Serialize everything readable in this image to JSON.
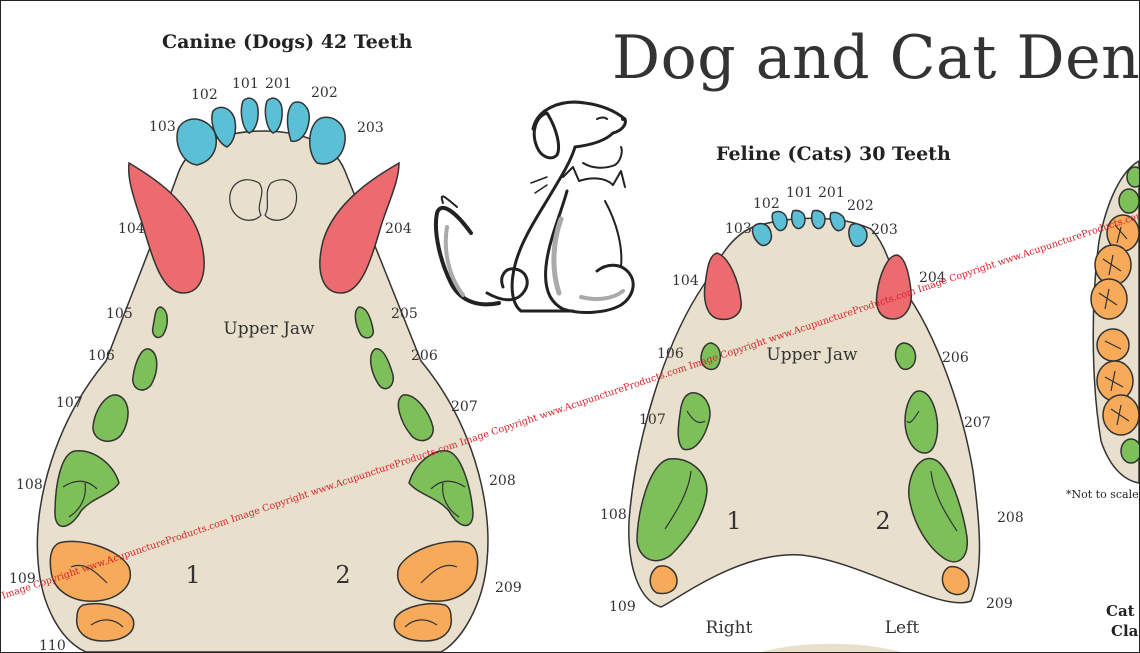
{
  "title": "Dog and Cat Dental C",
  "canine": {
    "heading": "Canine (Dogs) 42 Teeth",
    "jaw_label": "Upper Jaw",
    "quadrant_1": "1",
    "quadrant_2": "2",
    "teeth": [
      "101",
      "102",
      "103",
      "104",
      "105",
      "106",
      "107",
      "108",
      "109",
      "110",
      "201",
      "202",
      "203",
      "204",
      "205",
      "206",
      "207",
      "208",
      "209"
    ]
  },
  "feline": {
    "heading": "Feline (Cats) 30 Teeth",
    "jaw_label": "Upper Jaw",
    "quadrant_1": "1",
    "quadrant_2": "2",
    "right": "Right",
    "left": "Left",
    "teeth": [
      "101",
      "102",
      "103",
      "104",
      "106",
      "107",
      "108",
      "109",
      "201",
      "202",
      "203",
      "204",
      "206",
      "207",
      "208",
      "209"
    ]
  },
  "scale_note": "*Not to scale",
  "cat_label_line1": "Cat (",
  "cat_label_line2": "Clas",
  "watermark": "Image Copyright www.AcupunctureProducts.com Image Copyright www.AcupunctureProducts.com Image Copyright www.AcupunctureProducts.com Image Copyright www.AcupunctureProducts.com Image Copyright www.AcupunctureProducts.com Image Copyright www.AcupunctureProducts.com",
  "colors": {
    "jaw": "#e8e0cc",
    "incisor": "#5bbfd6",
    "canine": "#ec6b6f",
    "premolar": "#7dc05a",
    "molar": "#f6aa5a",
    "watermark": "#d8222a"
  }
}
